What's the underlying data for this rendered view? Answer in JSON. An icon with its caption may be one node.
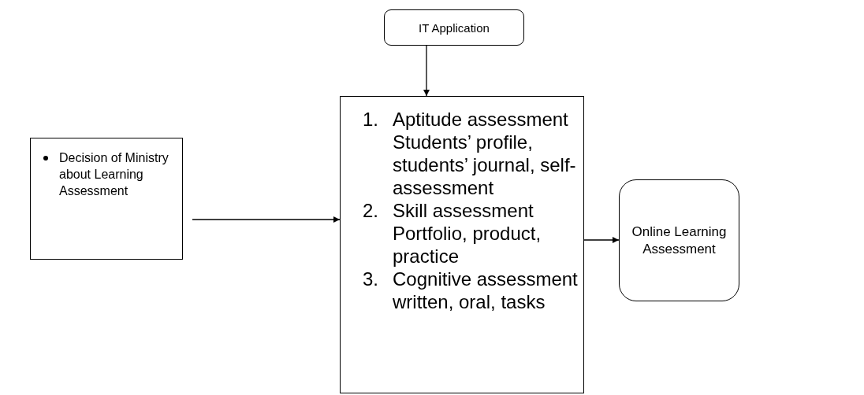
{
  "diagram": {
    "nodes": [
      {
        "text": [
          "IT Application"
        ]
      },
      {
        "text": [
          "Decision of Ministry about Learning Assessment"
        ]
      },
      {
        "text": [
          "1.",
          "Aptitude assessment",
          "Students’ profile, students’ journal, self-assessment",
          "2.",
          "Skill assessment",
          "Portfolio, product, practice",
          "3.",
          "Cognitive assessment",
          "written, oral, tasks"
        ]
      },
      {
        "text": [
          "Online Learning Assessment"
        ]
      }
    ],
    "edges": [
      {
        "from": 0,
        "to": 2,
        "arrow": "to"
      },
      {
        "from": 1,
        "to": 2,
        "arrow": "to"
      },
      {
        "from": 2,
        "to": 3,
        "arrow": "to"
      }
    ]
  }
}
